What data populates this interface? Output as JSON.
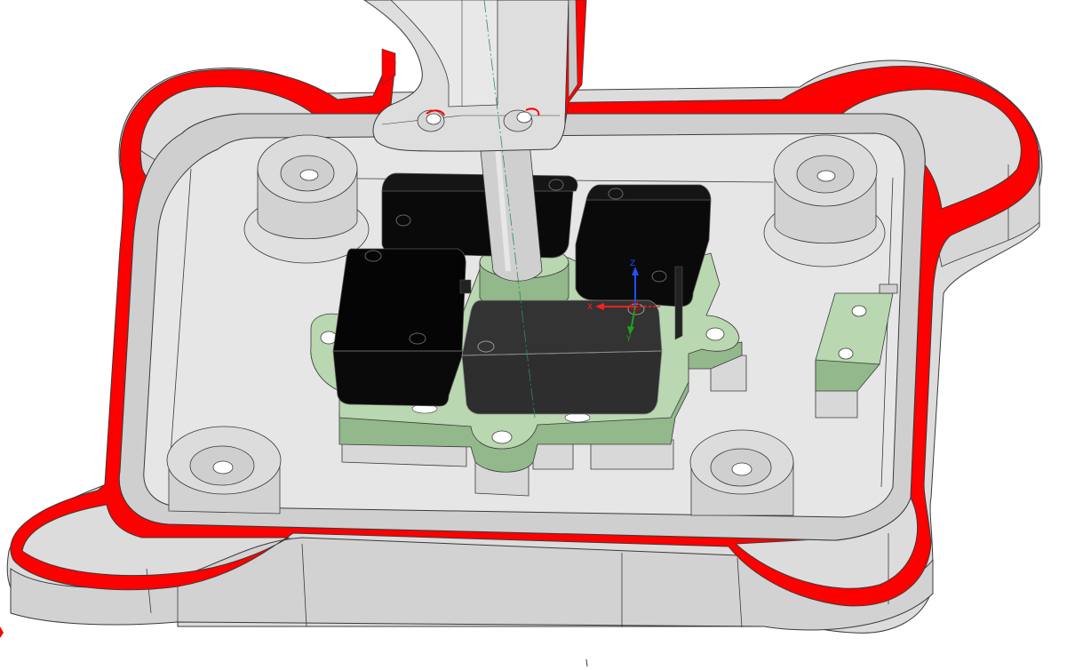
{
  "viewport": {
    "background": "#ffffff"
  },
  "colors": {
    "rim_red": "#ff0000",
    "body_grey": "#dcdcdc",
    "floor_grey": "#e6e6e6",
    "wall_grey": "#cfcfcf",
    "edge_line": "#3a3a3a",
    "switch_black": "#0a0a0a",
    "switch_selected": "#2e2e2e",
    "bracket_green": "#b9d7b0",
    "bracket_green_dark": "#93b88b",
    "boss_grey": "#d4d4d4",
    "axis_x": "#ff2020",
    "axis_y": "#20a020",
    "axis_z": "#2050ff",
    "centerline": "#2e8b57"
  },
  "triad": {
    "x_label": "X",
    "y_label": "Y",
    "z_label": "Z"
  },
  "icons": {
    "triad": "coordinate-triad-icon"
  }
}
